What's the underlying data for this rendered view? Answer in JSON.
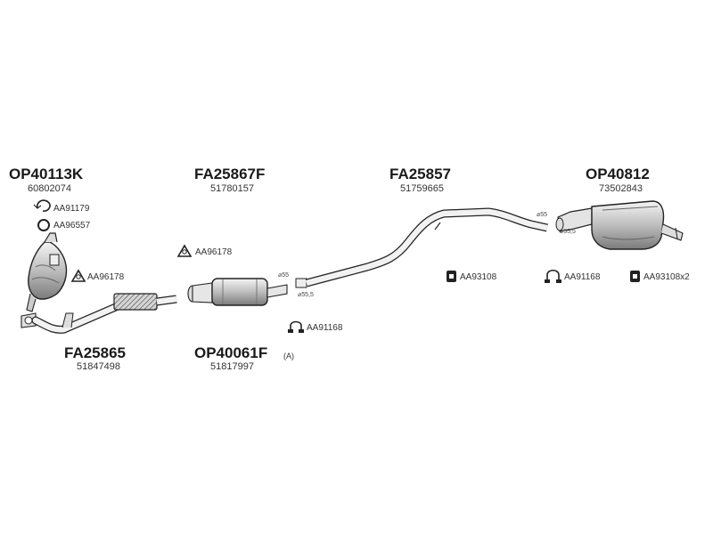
{
  "assemblies": {
    "front_cat": {
      "code": "OP40113K",
      "number": "60802074"
    },
    "front_pipe": {
      "code": "FA25865",
      "number": "51847498"
    },
    "middle_pipe": {
      "code": "FA25867F",
      "number": "51780157"
    },
    "middle_silencer": {
      "code": "OP40061F",
      "note": "(A)",
      "number": "51817997"
    },
    "tail_pipe": {
      "code": "FA25857",
      "number": "51759665"
    },
    "rear_silencer": {
      "code": "OP40812",
      "number": "73502843"
    }
  },
  "parts": {
    "clamp_ring": "AA91179",
    "gasket_ring": "AA96557",
    "gasket_tri_1": "AA96178",
    "gasket_tri_2": "AA96178",
    "clamp_mid": "AA91168",
    "rubber_mount_1": "AA93108",
    "clamp_rear": "AA91168",
    "rubber_mount_2": "AA93108x2"
  },
  "dimensions": {
    "d1": "⌀55",
    "d2": "⌀55,5",
    "d3": "⌀55",
    "d4": "⌀55,5"
  }
}
